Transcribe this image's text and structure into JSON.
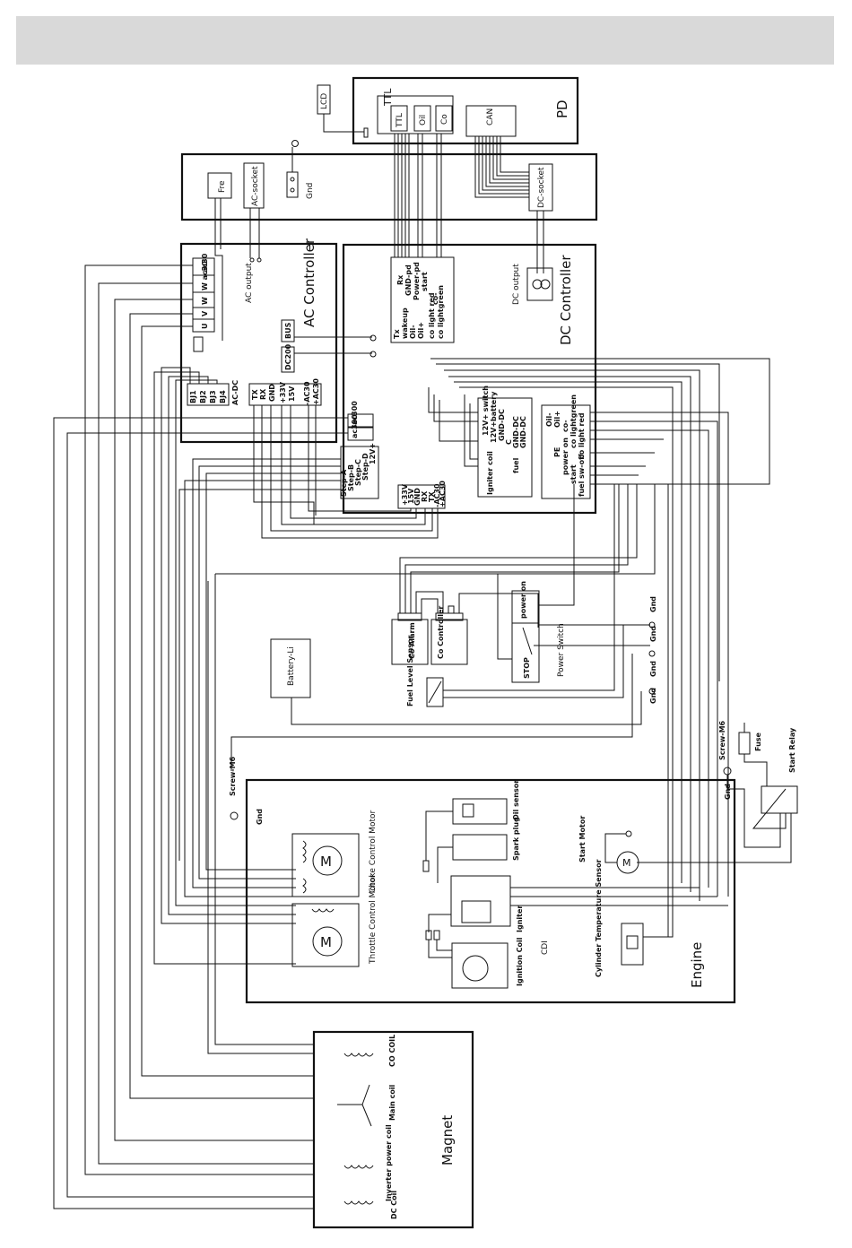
{
  "modules": {
    "lcd": "LCD",
    "ttl_title": "TTL",
    "ttl_port": "TTL",
    "oil_port": "Oil",
    "co_port": "Co",
    "can": "CAN",
    "pd": "PD",
    "fre": "Fre",
    "ac_socket": "AC-socket",
    "gnd_top": "Gnd",
    "dc_socket": "DC-socket",
    "ac_output": "AC output",
    "ac_controller": "AC Controller",
    "dc_controller": "DC Controller",
    "dc_output": "DC output",
    "bus": "BUS",
    "dc200": "DC200",
    "ac_dc": "AC-DC",
    "battery": "Battery-Li",
    "co_alarm": "Co Alarm",
    "co_controller": "Co Controller",
    "fuel_level_sensor": "Fuel Level Sensor",
    "power_switch": "Power Switch",
    "stop": "STOP",
    "power_on": "power on",
    "fuse": "Fuse",
    "start_relay": "Start Relay",
    "screw_m6_right": "Screw-M6",
    "screw_m6_left": "Screw-M6",
    "gnd_engine": "Gnd",
    "gnd_screw_left": "Gnd",
    "gnd_switch_1": "Gnd",
    "gnd_switch_2": "Gnd",
    "gnd_switch_3": "Gnd",
    "gnd_switch_4": "Gnd",
    "choke_motor": "Choke Control Motor",
    "throttle_motor": "Throttle Control Motor",
    "oil_sensor": "Oil sensor",
    "spark_plug": "Spark plug",
    "start_motor": "Start Motor",
    "igniter": "Igniter",
    "cdi": "CDI",
    "ignition_coil": "Ignition Coil",
    "cyl_temp_sensor": "Cylinder Temperature Sensor",
    "engine": "Engine",
    "magnet": "Magnet",
    "co_coil": "CO COIL",
    "main_coil": "Main coil",
    "inverter_coil": "Inverter power coil",
    "dc_coil": "DC Coil"
  },
  "ac_terminals": [
    "ac30",
    "W ac30",
    "W",
    "V",
    "U"
  ],
  "ac_small": [
    "BJ1",
    "BJ2",
    "BJ3",
    "BJ4"
  ],
  "ac_comm": [
    "TX",
    "RX",
    "GND",
    "+33V",
    "15V",
    "-AC30",
    "+AC30"
  ],
  "ac300": [
    "ac300",
    "ac300"
  ],
  "step_pins": [
    "12V+",
    "Step-D",
    "Step-C",
    "Step-B",
    "Step-A"
  ],
  "dc_top_pins": [
    "Rx",
    "GND-pd",
    "Power-pd",
    "start",
    "co-",
    "Tx",
    "wakeup",
    "Oil-",
    "Oil+",
    "co light red",
    "co lightgreen"
  ],
  "dc_mid_pins": [
    "12V+ switch",
    "12V+battery",
    "GND-DC",
    "C",
    "GND-DC",
    "GND-DC",
    "fuel",
    "Igniter coil"
  ],
  "dc_right_pins": [
    "Oil-",
    "Oil+",
    "co-",
    "co lightgreen",
    "co light red",
    "PE",
    "power on",
    "start",
    "fuel sw-off"
  ],
  "dc_bottom_pins": [
    "+33V",
    "15V",
    "GND",
    "RX",
    "TX",
    "-AC30",
    "+AC30"
  ]
}
